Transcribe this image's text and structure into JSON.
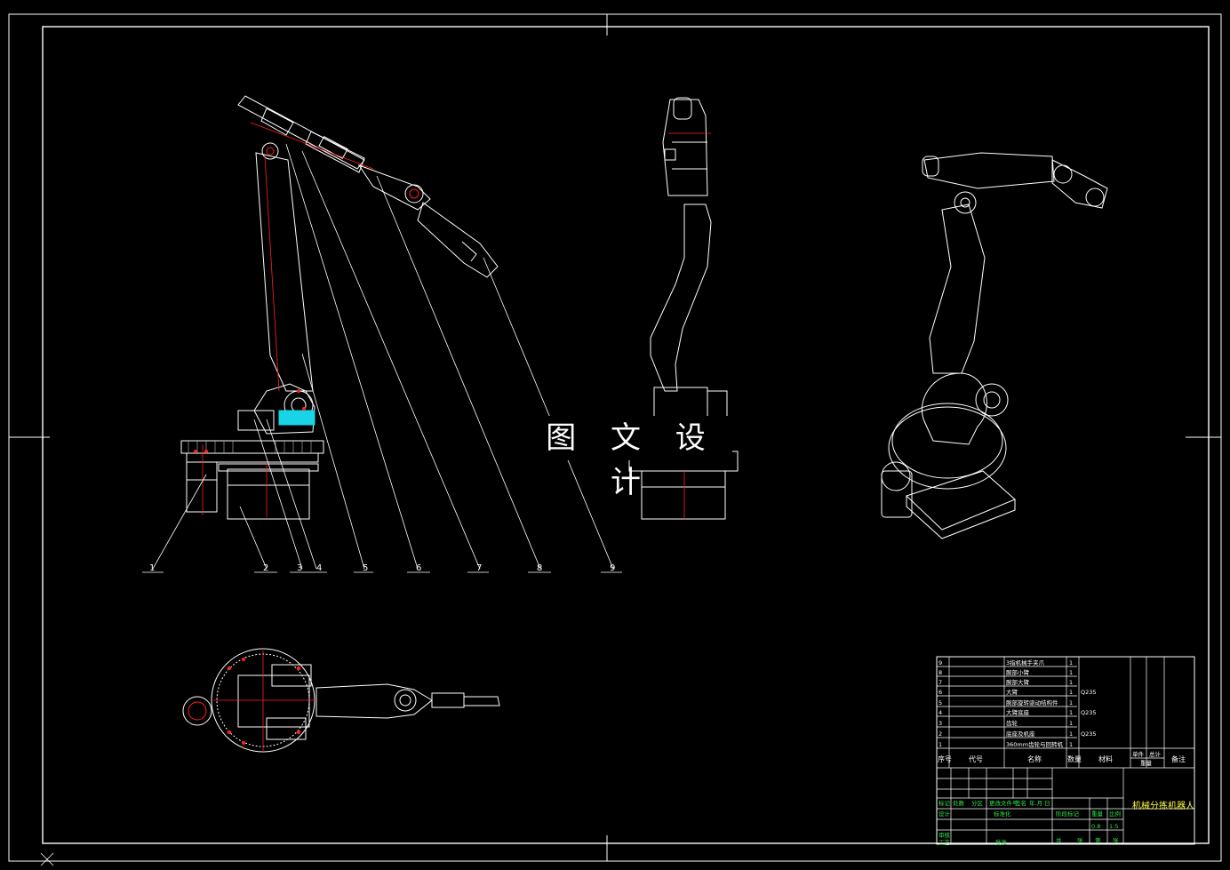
{
  "drawing": {
    "watermark": "图 文 设 计",
    "balloons": [
      "1",
      "2",
      "3",
      "4",
      "5",
      "6",
      "7",
      "8",
      "9"
    ]
  },
  "title_block": {
    "drawing_title": "机械分拣机器人",
    "parts_header": [
      "序号",
      "代号",
      "名称",
      "数量",
      "材料",
      "单件",
      "总计",
      "备注"
    ],
    "parts_header_sub": "重量",
    "parts": [
      {
        "no": "9",
        "name": "3指机械手夹爪",
        "qty": "1",
        "material": ""
      },
      {
        "no": "8",
        "name": "腕部小臂",
        "qty": "1",
        "material": ""
      },
      {
        "no": "7",
        "name": "腕部大臂",
        "qty": "1",
        "material": ""
      },
      {
        "no": "6",
        "name": "大臂",
        "qty": "1",
        "material": "Q235"
      },
      {
        "no": "5",
        "name": "腕部旋转驱动结构件",
        "qty": "1",
        "material": ""
      },
      {
        "no": "4",
        "name": "大臂底座",
        "qty": "1",
        "material": "Q235"
      },
      {
        "no": "3",
        "name": "齿轮",
        "qty": "1",
        "material": ""
      },
      {
        "no": "2",
        "name": "底座及机座",
        "qty": "1",
        "material": "Q235"
      },
      {
        "no": "1",
        "name": "360mm齿轮与回转机",
        "qty": "1",
        "material": ""
      }
    ],
    "labels": {
      "mark": "标记",
      "count": "处数",
      "zone": "分区",
      "doc_no": "更改文件号",
      "sign": "签名",
      "date": "年.月.日",
      "design": "设计",
      "standard": "标准化",
      "stage": "阶段标记",
      "weight": "重量",
      "scale": "比例",
      "review": "审核",
      "process": "工艺",
      "approve": "批准",
      "weight_val": "0.8",
      "scale_val": "1:5",
      "sheets_total": "共",
      "sheet": "张",
      "sheet_of": "第",
      "sheet_suffix": "张"
    }
  },
  "colors": {
    "line": "#ffffff",
    "accent_red": "#ff2020",
    "cyan": "#19d4e6",
    "green": "#35e04a",
    "yellow": "#ffff40"
  }
}
